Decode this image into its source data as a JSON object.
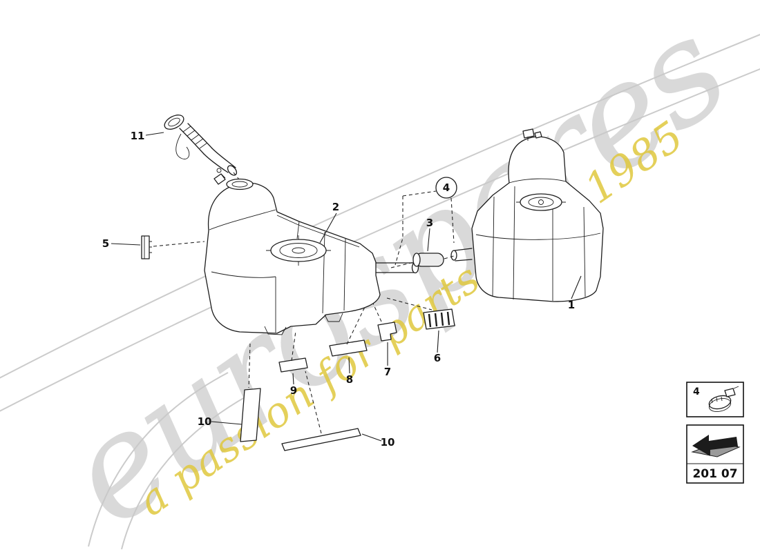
{
  "watermark": {
    "brand": "eurospares",
    "tagline": "a passion for parts since 1985"
  },
  "callouts": {
    "c1": "1",
    "c2": "2",
    "c3": "3",
    "c4": "4",
    "c5": "5",
    "c6": "6",
    "c7": "7",
    "c8": "8",
    "c9": "9",
    "c10a": "10",
    "c10b": "10",
    "c11": "11"
  },
  "legend": {
    "clamp_ref": "4",
    "part_code": "201 07"
  },
  "colors": {
    "line": "#1c1c1c",
    "watermark": "#c9c9c9",
    "tagline": "#e0c83e",
    "swoosh": "#cbcbcb"
  }
}
